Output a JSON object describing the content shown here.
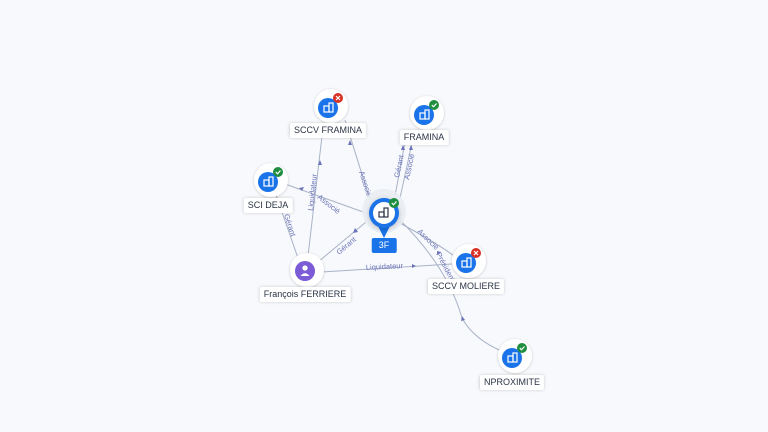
{
  "graph": {
    "center": {
      "id": "3f",
      "label": "3F",
      "status": "active"
    },
    "nodes": [
      {
        "id": "sccv-framina",
        "label": "SCCV FRAMINA",
        "type": "company",
        "status": "inactive"
      },
      {
        "id": "framina",
        "label": "FRAMINA",
        "type": "company",
        "status": "active"
      },
      {
        "id": "sci-deja",
        "label": "SCI DEJA",
        "type": "company",
        "status": "active"
      },
      {
        "id": "francois-ferriere",
        "label": "François FERRIERE",
        "type": "person",
        "status": "none"
      },
      {
        "id": "sccv-moliere",
        "label": "SCCV MOLIERE",
        "type": "company",
        "status": "inactive"
      },
      {
        "id": "nproximite",
        "label": "NPROXIMITE",
        "type": "company",
        "status": "active"
      }
    ],
    "edges": [
      {
        "from": "3f",
        "to": "sccv-framina",
        "label": "Associé"
      },
      {
        "from": "3f",
        "to": "framina",
        "label": "Gérant"
      },
      {
        "from": "3f",
        "to": "framina",
        "label": "Associé"
      },
      {
        "from": "3f",
        "to": "sci-deja",
        "label": "Associé"
      },
      {
        "from": "francois-ferriere",
        "to": "3f",
        "label": "Gérant"
      },
      {
        "from": "francois-ferriere",
        "to": "sci-deja",
        "label": "Gérant"
      },
      {
        "from": "francois-ferriere",
        "to": "sccv-framina",
        "label": "Liquidateur"
      },
      {
        "from": "francois-ferriere",
        "to": "sccv-moliere",
        "label": "Liquidateur"
      },
      {
        "from": "3f",
        "to": "sccv-moliere",
        "label": "Associé"
      },
      {
        "from": "3f",
        "to": "nproximite",
        "label": "Président"
      }
    ],
    "colors": {
      "company_icon": "#1a73e8",
      "person_icon": "#7c5cd6",
      "status_active": "#1e8e3e",
      "status_inactive": "#d93025",
      "edge": "#a9b3c7",
      "edge_label": "#6b74b8"
    }
  }
}
